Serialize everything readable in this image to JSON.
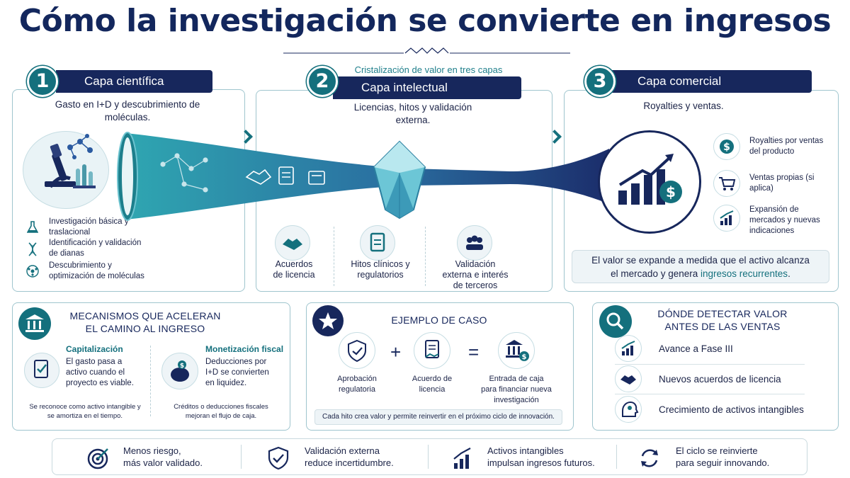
{
  "title": "Cómo la investigación se convierte en ingresos",
  "subtitle": "Cristalización de valor en tres capas",
  "layers": [
    {
      "number": "1",
      "title": "Capa científica",
      "text": "Gasto en I+D y descubrimiento de moléculas.",
      "items": [
        "Investigación básica y traslacional",
        "Identificación y validación de dianas",
        "Descubrimiento y optimización de moléculas"
      ]
    },
    {
      "number": "2",
      "title": "Capa intelectual",
      "text": "Licencias, hitos y validación externa.",
      "items": [
        "Acuerdos de licencia",
        "Hitos clínicos y regulatorios",
        "Validación externa e interés de terceros"
      ]
    },
    {
      "number": "3",
      "title": "Capa comercial",
      "text": "Royalties y ventas.",
      "items": [
        "Royalties por ventas del producto",
        "Ventas propias (si aplica)",
        "Expansión de mercados y nuevas indicaciones"
      ],
      "note_pre": "El valor se expande a medida que el activo alcanza el mercado y genera ",
      "note_highlight": "ingresos recurrentes",
      "note_post": "."
    }
  ],
  "mechanisms": {
    "title": "MECANISMOS QUE ACELERAN EL CAMINO AL INGRESO",
    "col1_title": "Capitalización",
    "col1_text": "El gasto pasa a activo cuando el proyecto es viable.",
    "col1_note": "Se reconoce como activo intangible y se amortiza en el tiempo.",
    "col2_title": "Monetización fiscal",
    "col2_text": "Deducciones por I+D se convierten en liquidez.",
    "col2_note": "Créditos o deducciones fiscales mejoran el flujo de caja."
  },
  "case": {
    "title": "EJEMPLO DE CASO",
    "plus": "+",
    "equals": "=",
    "items": [
      "Aprobación regulatoria",
      "Acuerdo de licencia",
      "Entrada de caja para financiar nueva investigación"
    ],
    "note": "Cada hito crea valor y permite reinvertir en el próximo ciclo de innovación."
  },
  "detect": {
    "title": "DÓNDE DETECTAR VALOR ANTES DE LAS VENTAS",
    "items": [
      "Avance a Fase III",
      "Nuevos acuerdos de licencia",
      "Crecimiento de activos intangibles"
    ]
  },
  "bottom": [
    {
      "line1": "Menos riesgo,",
      "line2": "más valor validado."
    },
    {
      "line1": "Validación externa",
      "line2": "reduce incertidumbre."
    },
    {
      "line1": "Activos intangibles",
      "line2": "impulsan ingresos futuros."
    },
    {
      "line1": "El ciclo se reinvierte",
      "line2": "para seguir innovando."
    }
  ],
  "colors": {
    "navy": "#17275c",
    "teal": "#14707d",
    "light": "#e9f3f6"
  }
}
